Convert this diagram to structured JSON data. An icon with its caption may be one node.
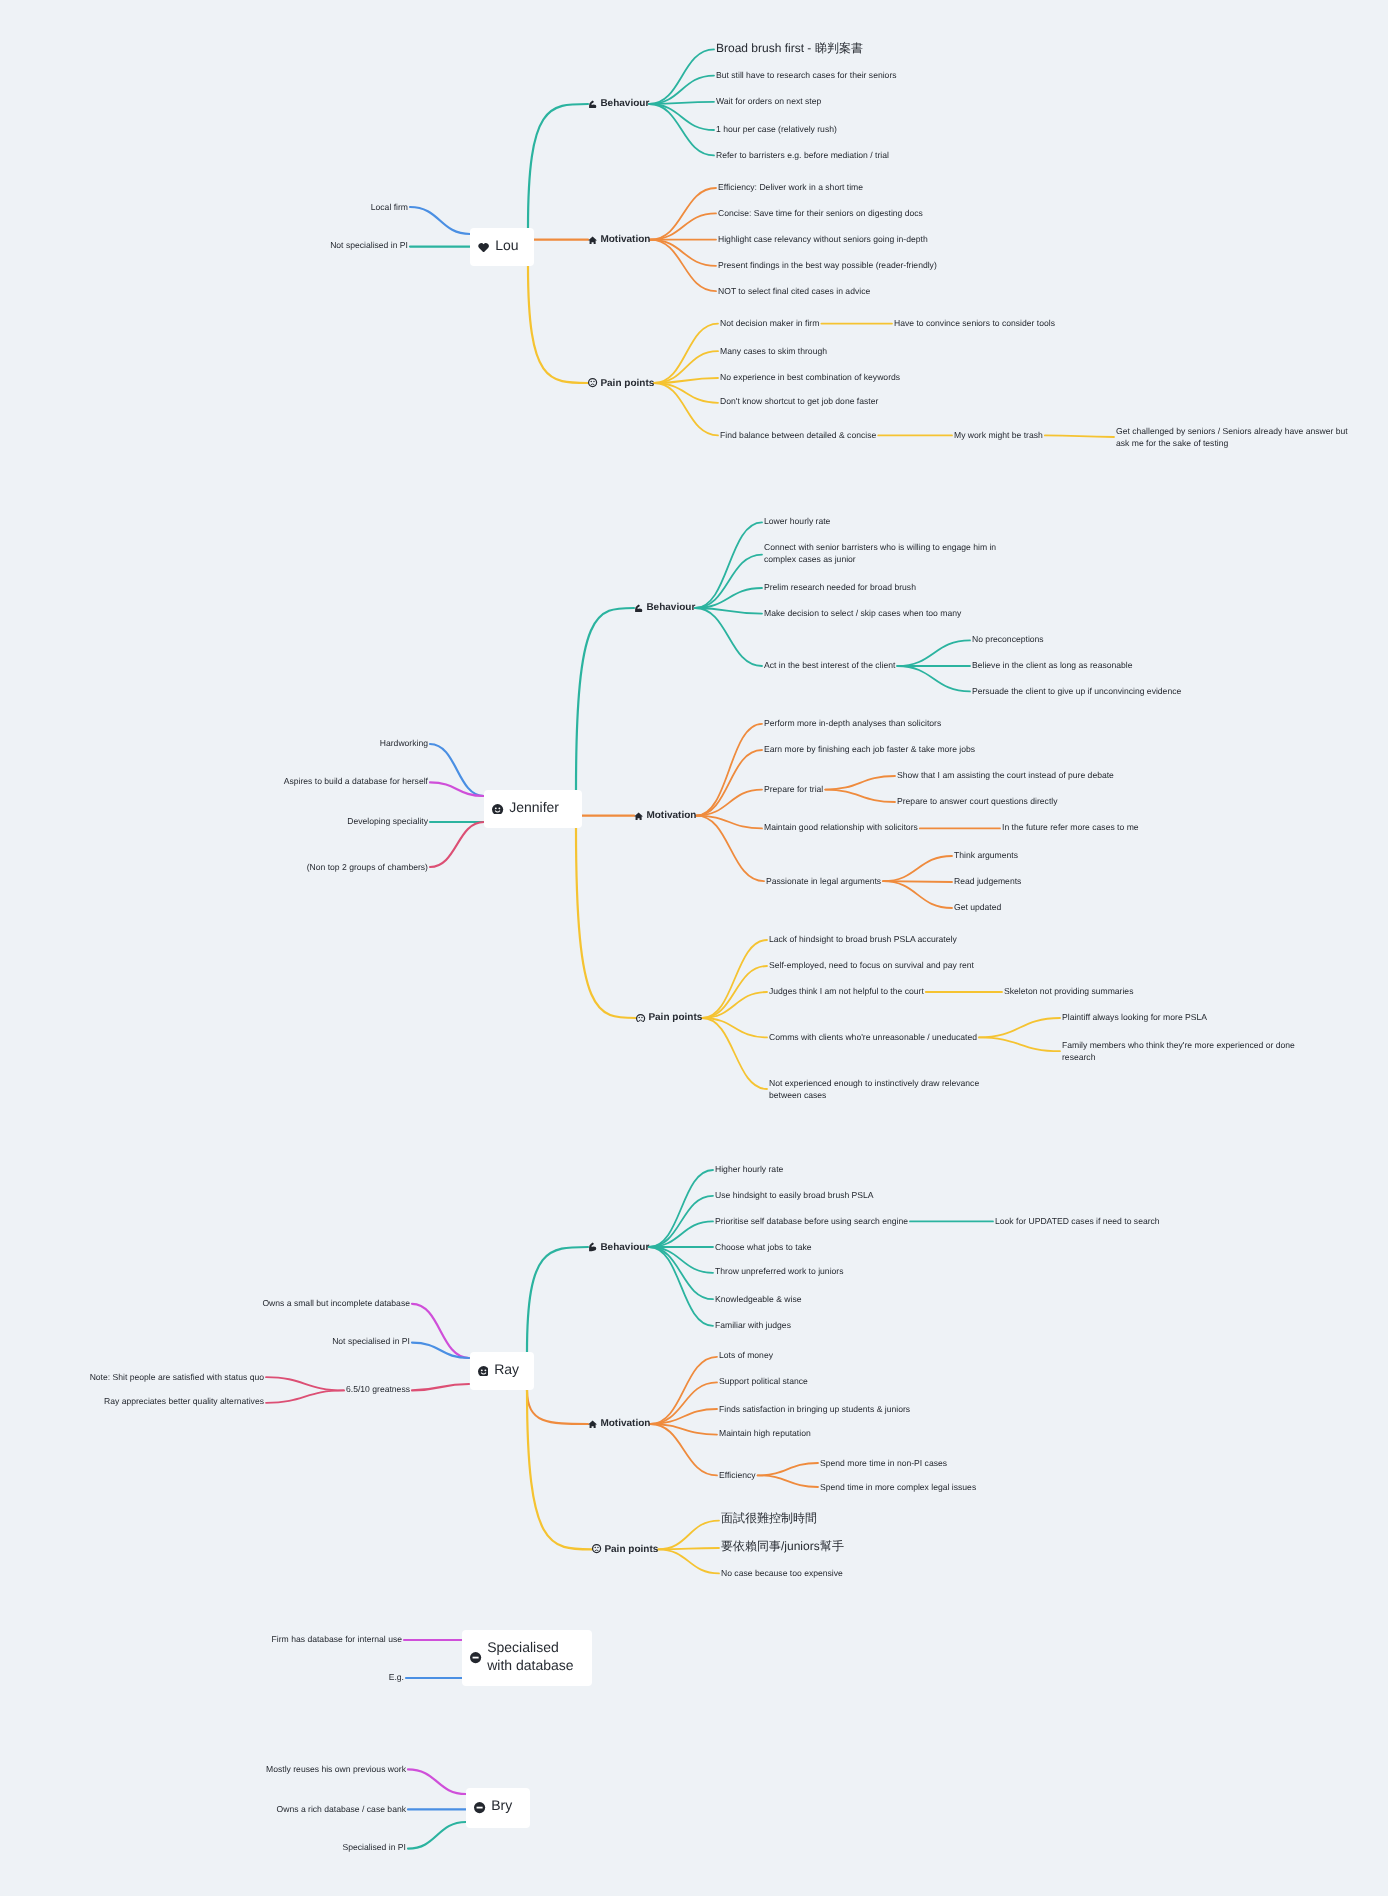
{
  "diagram": {
    "nodes": [
      {
        "text": [
          "Lou"
        ]
      },
      {
        "text": [
          "Local firm"
        ]
      },
      {
        "text": [
          "Not specialised in PI"
        ]
      },
      {
        "text": [
          "Behaviour"
        ]
      },
      {
        "text": [
          "Broad brush first - 睇判案書"
        ]
      },
      {
        "text": [
          "But still have to research cases for their seniors"
        ]
      },
      {
        "text": [
          "Wait for orders on next step"
        ]
      },
      {
        "text": [
          "1 hour per case (relatively rush)"
        ]
      },
      {
        "text": [
          "Refer to barristers e.g. before mediation / trial"
        ]
      },
      {
        "text": [
          "Motivation"
        ]
      },
      {
        "text": [
          "Efficiency: Deliver work in a short time"
        ]
      },
      {
        "text": [
          "Concise: Save time for their seniors on digesting docs"
        ]
      },
      {
        "text": [
          "Highlight case relevancy without seniors going in-depth"
        ]
      },
      {
        "text": [
          "Present findings in the best way possible (reader-friendly)"
        ]
      },
      {
        "text": [
          "NOT to select final cited cases in advice"
        ]
      },
      {
        "text": [
          "Pain points"
        ]
      },
      {
        "text": [
          "Not decision maker in firm"
        ]
      },
      {
        "text": [
          "Have to convince seniors to consider tools"
        ]
      },
      {
        "text": [
          "Many cases to skim through"
        ]
      },
      {
        "text": [
          "No experience in best combination of keywords"
        ]
      },
      {
        "text": [
          "Don't know shortcut to get job done faster"
        ]
      },
      {
        "text": [
          "Find balance between detailed & concise"
        ]
      },
      {
        "text": [
          "My work might be trash"
        ]
      },
      {
        "text": [
          "Get challenged by seniors / Seniors already have answer but ask me for the sake of testing"
        ]
      },
      {
        "text": [
          "Jennifer"
        ]
      },
      {
        "text": [
          "Hardworking"
        ]
      },
      {
        "text": [
          "Aspires to build a database for herself"
        ]
      },
      {
        "text": [
          "Developing speciality"
        ]
      },
      {
        "text": [
          "(Non top 2 groups of chambers)"
        ]
      },
      {
        "text": [
          "Behaviour"
        ]
      },
      {
        "text": [
          "Lower hourly rate"
        ]
      },
      {
        "text": [
          "Connect with senior barristers who is willing to engage him in complex cases as junior"
        ]
      },
      {
        "text": [
          "Prelim research needed for broad brush"
        ]
      },
      {
        "text": [
          "Make decision to select / skip cases when too many"
        ]
      },
      {
        "text": [
          "Act in the best interest of the client"
        ]
      },
      {
        "text": [
          "No preconceptions"
        ]
      },
      {
        "text": [
          "Believe in the client as long as reasonable"
        ]
      },
      {
        "text": [
          "Persuade the client to give up if unconvincing evidence"
        ]
      },
      {
        "text": [
          "Motivation"
        ]
      },
      {
        "text": [
          "Perform more in-depth analyses than solicitors"
        ]
      },
      {
        "text": [
          "Earn more by finishing each job faster & take more jobs"
        ]
      },
      {
        "text": [
          "Prepare for trial"
        ]
      },
      {
        "text": [
          "Show that I am assisting the court instead of pure debate"
        ]
      },
      {
        "text": [
          "Prepare to answer court questions directly"
        ]
      },
      {
        "text": [
          "Maintain good relationship with solicitors"
        ]
      },
      {
        "text": [
          "In the future refer more cases to me"
        ]
      },
      {
        "text": [
          "Passionate in legal arguments"
        ]
      },
      {
        "text": [
          "Think arguments"
        ]
      },
      {
        "text": [
          "Read judgements"
        ]
      },
      {
        "text": [
          "Get updated"
        ]
      },
      {
        "text": [
          "Pain points"
        ]
      },
      {
        "text": [
          "Lack of hindsight to broad brush PSLA accurately"
        ]
      },
      {
        "text": [
          "Self-employed, need to focus on survival and pay rent"
        ]
      },
      {
        "text": [
          "Judges think I am not helpful to the court"
        ]
      },
      {
        "text": [
          "Skeleton not providing summaries"
        ]
      },
      {
        "text": [
          "Comms with clients who're unreasonable / uneducated"
        ]
      },
      {
        "text": [
          "Plaintiff always looking for more PSLA"
        ]
      },
      {
        "text": [
          "Family members who think they're more experienced or done research"
        ]
      },
      {
        "text": [
          "Not experienced enough to instinctively draw relevance between cases"
        ]
      },
      {
        "text": [
          "Ray"
        ]
      },
      {
        "text": [
          "Owns a small but incomplete database"
        ]
      },
      {
        "text": [
          "Not specialised in PI"
        ]
      },
      {
        "text": [
          "6.5/10 greatness"
        ]
      },
      {
        "text": [
          "Note: Shit people are satisfied with status quo"
        ]
      },
      {
        "text": [
          "Ray appreciates better quality alternatives"
        ]
      },
      {
        "text": [
          "Behaviour"
        ]
      },
      {
        "text": [
          "Higher hourly rate"
        ]
      },
      {
        "text": [
          "Use hindsight to easily broad brush PSLA"
        ]
      },
      {
        "text": [
          "Prioritise self database before using search engine"
        ]
      },
      {
        "text": [
          "Look for UPDATED cases if need to search"
        ]
      },
      {
        "text": [
          "Choose what jobs to take"
        ]
      },
      {
        "text": [
          "Throw unpreferred work to juniors"
        ]
      },
      {
        "text": [
          "Knowledgeable & wise"
        ]
      },
      {
        "text": [
          "Familiar with judges"
        ]
      },
      {
        "text": [
          "Motivation"
        ]
      },
      {
        "text": [
          "Lots of money"
        ]
      },
      {
        "text": [
          "Support political stance"
        ]
      },
      {
        "text": [
          "Finds satisfaction in bringing up students & juniors"
        ]
      },
      {
        "text": [
          "Maintain high reputation"
        ]
      },
      {
        "text": [
          "Efficiency"
        ]
      },
      {
        "text": [
          "Spend more time in non-PI cases"
        ]
      },
      {
        "text": [
          "Spend time in more complex legal issues"
        ]
      },
      {
        "text": [
          "Pain points"
        ]
      },
      {
        "text": [
          "面試很難控制時間"
        ]
      },
      {
        "text": [
          "要依賴同事/juniors幫手"
        ]
      },
      {
        "text": [
          "No case because too expensive"
        ]
      },
      {
        "text": [
          "Specialised with database"
        ]
      },
      {
        "text": [
          "Firm has database for internal use"
        ]
      },
      {
        "text": [
          "E.g."
        ]
      },
      {
        "text": [
          "Bry"
        ]
      },
      {
        "text": [
          "Mostly reuses his own previous work"
        ]
      },
      {
        "text": [
          "Owns a rich database / case bank"
        ]
      },
      {
        "text": [
          "Specialised in PI"
        ]
      }
    ],
    "edges": [
      {
        "from": 0,
        "to": 1,
        "arrow": "none",
        "color": "#4a8fe3"
      },
      {
        "from": 0,
        "to": 2,
        "arrow": "none",
        "color": "#2bb39f"
      },
      {
        "from": 0,
        "to": 3,
        "arrow": "none",
        "color": "#2bb39f"
      },
      {
        "from": 3,
        "to": 4,
        "arrow": "none",
        "color": "#2bb39f"
      },
      {
        "from": 3,
        "to": 5,
        "arrow": "none",
        "color": "#2bb39f"
      },
      {
        "from": 3,
        "to": 6,
        "arrow": "none",
        "color": "#2bb39f"
      },
      {
        "from": 3,
        "to": 7,
        "arrow": "none",
        "color": "#2bb39f"
      },
      {
        "from": 3,
        "to": 8,
        "arrow": "none",
        "color": "#2bb39f"
      },
      {
        "from": 0,
        "to": 9,
        "arrow": "none",
        "color": "#ef8b3d"
      },
      {
        "from": 9,
        "to": 10,
        "arrow": "none",
        "color": "#ef8b3d"
      },
      {
        "from": 9,
        "to": 11,
        "arrow": "none",
        "color": "#ef8b3d"
      },
      {
        "from": 9,
        "to": 12,
        "arrow": "none",
        "color": "#ef8b3d"
      },
      {
        "from": 9,
        "to": 13,
        "arrow": "none",
        "color": "#ef8b3d"
      },
      {
        "from": 9,
        "to": 14,
        "arrow": "none",
        "color": "#ef8b3d"
      },
      {
        "from": 0,
        "to": 15,
        "arrow": "none",
        "color": "#f5c331"
      },
      {
        "from": 15,
        "to": 16,
        "arrow": "none",
        "color": "#f5c331"
      },
      {
        "from": 16,
        "to": 17,
        "arrow": "none",
        "color": "#f5c331"
      },
      {
        "from": 15,
        "to": 18,
        "arrow": "none",
        "color": "#f5c331"
      },
      {
        "from": 15,
        "to": 19,
        "arrow": "none",
        "color": "#f5c331"
      },
      {
        "from": 15,
        "to": 20,
        "arrow": "none",
        "color": "#f5c331"
      },
      {
        "from": 15,
        "to": 21,
        "arrow": "none",
        "color": "#f5c331"
      },
      {
        "from": 21,
        "to": 22,
        "arrow": "none",
        "color": "#f5c331"
      },
      {
        "from": 22,
        "to": 23,
        "arrow": "none",
        "color": "#f5c331"
      },
      {
        "from": 24,
        "to": 25,
        "arrow": "none",
        "color": "#4a8fe3"
      },
      {
        "from": 24,
        "to": 26,
        "arrow": "none",
        "color": "#cf4fd9"
      },
      {
        "from": 24,
        "to": 27,
        "arrow": "none",
        "color": "#2bb39f"
      },
      {
        "from": 24,
        "to": 28,
        "arrow": "none",
        "color": "#dc4f74"
      },
      {
        "from": 24,
        "to": 29,
        "arrow": "none",
        "color": "#2bb39f"
      },
      {
        "from": 29,
        "to": 30,
        "arrow": "none",
        "color": "#2bb39f"
      },
      {
        "from": 29,
        "to": 31,
        "arrow": "none",
        "color": "#2bb39f"
      },
      {
        "from": 29,
        "to": 32,
        "arrow": "none",
        "color": "#2bb39f"
      },
      {
        "from": 29,
        "to": 33,
        "arrow": "none",
        "color": "#2bb39f"
      },
      {
        "from": 29,
        "to": 34,
        "arrow": "none",
        "color": "#2bb39f"
      },
      {
        "from": 34,
        "to": 35,
        "arrow": "none",
        "color": "#2bb39f"
      },
      {
        "from": 34,
        "to": 36,
        "arrow": "none",
        "color": "#2bb39f"
      },
      {
        "from": 34,
        "to": 37,
        "arrow": "none",
        "color": "#2bb39f"
      },
      {
        "from": 24,
        "to": 38,
        "arrow": "none",
        "color": "#ef8b3d"
      },
      {
        "from": 38,
        "to": 39,
        "arrow": "none",
        "color": "#ef8b3d"
      },
      {
        "from": 38,
        "to": 40,
        "arrow": "none",
        "color": "#ef8b3d"
      },
      {
        "from": 38,
        "to": 41,
        "arrow": "none",
        "color": "#ef8b3d"
      },
      {
        "from": 41,
        "to": 42,
        "arrow": "none",
        "color": "#ef8b3d"
      },
      {
        "from": 41,
        "to": 43,
        "arrow": "none",
        "color": "#ef8b3d"
      },
      {
        "from": 38,
        "to": 44,
        "arrow": "none",
        "color": "#ef8b3d"
      },
      {
        "from": 44,
        "to": 45,
        "arrow": "none",
        "color": "#ef8b3d"
      },
      {
        "from": 38,
        "to": 46,
        "arrow": "none",
        "color": "#ef8b3d"
      },
      {
        "from": 46,
        "to": 47,
        "arrow": "none",
        "color": "#ef8b3d"
      },
      {
        "from": 46,
        "to": 48,
        "arrow": "none",
        "color": "#ef8b3d"
      },
      {
        "from": 46,
        "to": 49,
        "arrow": "none",
        "color": "#ef8b3d"
      },
      {
        "from": 24,
        "to": 50,
        "arrow": "none",
        "color": "#f5c331"
      },
      {
        "from": 50,
        "to": 51,
        "arrow": "none",
        "color": "#f5c331"
      },
      {
        "from": 50,
        "to": 52,
        "arrow": "none",
        "color": "#f5c331"
      },
      {
        "from": 50,
        "to": 53,
        "arrow": "none",
        "color": "#f5c331"
      },
      {
        "from": 53,
        "to": 54,
        "arrow": "none",
        "color": "#f5c331"
      },
      {
        "from": 50,
        "to": 55,
        "arrow": "none",
        "color": "#f5c331"
      },
      {
        "from": 55,
        "to": 56,
        "arrow": "none",
        "color": "#f5c331"
      },
      {
        "from": 55,
        "to": 57,
        "arrow": "none",
        "color": "#f5c331"
      },
      {
        "from": 50,
        "to": 58,
        "arrow": "none",
        "color": "#f5c331"
      },
      {
        "from": 59,
        "to": 60,
        "arrow": "none",
        "color": "#cf4fd9"
      },
      {
        "from": 59,
        "to": 61,
        "arrow": "none",
        "color": "#4a8fe3"
      },
      {
        "from": 59,
        "to": 62,
        "arrow": "none",
        "color": "#dc4f74"
      },
      {
        "from": 62,
        "to": 63,
        "arrow": "none",
        "color": "#dc4f74"
      },
      {
        "from": 62,
        "to": 64,
        "arrow": "none",
        "color": "#dc4f74"
      },
      {
        "from": 59,
        "to": 65,
        "arrow": "none",
        "color": "#2bb39f"
      },
      {
        "from": 65,
        "to": 66,
        "arrow": "none",
        "color": "#2bb39f"
      },
      {
        "from": 65,
        "to": 67,
        "arrow": "none",
        "color": "#2bb39f"
      },
      {
        "from": 65,
        "to": 68,
        "arrow": "none",
        "color": "#2bb39f"
      },
      {
        "from": 68,
        "to": 69,
        "arrow": "none",
        "color": "#2bb39f"
      },
      {
        "from": 65,
        "to": 70,
        "arrow": "none",
        "color": "#2bb39f"
      },
      {
        "from": 65,
        "to": 71,
        "arrow": "none",
        "color": "#2bb39f"
      },
      {
        "from": 65,
        "to": 72,
        "arrow": "none",
        "color": "#2bb39f"
      },
      {
        "from": 65,
        "to": 73,
        "arrow": "none",
        "color": "#2bb39f"
      },
      {
        "from": 59,
        "to": 74,
        "arrow": "none",
        "color": "#ef8b3d"
      },
      {
        "from": 74,
        "to": 75,
        "arrow": "none",
        "color": "#ef8b3d"
      },
      {
        "from": 74,
        "to": 76,
        "arrow": "none",
        "color": "#ef8b3d"
      },
      {
        "from": 74,
        "to": 77,
        "arrow": "none",
        "color": "#ef8b3d"
      },
      {
        "from": 74,
        "to": 78,
        "arrow": "none",
        "color": "#ef8b3d"
      },
      {
        "from": 74,
        "to": 79,
        "arrow": "none",
        "color": "#ef8b3d"
      },
      {
        "from": 79,
        "to": 80,
        "arrow": "none",
        "color": "#ef8b3d"
      },
      {
        "from": 79,
        "to": 81,
        "arrow": "none",
        "color": "#ef8b3d"
      },
      {
        "from": 59,
        "to": 82,
        "arrow": "none",
        "color": "#f5c331"
      },
      {
        "from": 82,
        "to": 83,
        "arrow": "none",
        "color": "#f5c331"
      },
      {
        "from": 82,
        "to": 84,
        "arrow": "none",
        "color": "#f5c331"
      },
      {
        "from": 82,
        "to": 85,
        "arrow": "none",
        "color": "#f5c331"
      },
      {
        "from": 86,
        "to": 87,
        "arrow": "none",
        "color": "#cf4fd9"
      },
      {
        "from": 86,
        "to": 88,
        "arrow": "none",
        "color": "#4a8fe3"
      },
      {
        "from": 89,
        "to": 90,
        "arrow": "none",
        "color": "#cf4fd9"
      },
      {
        "from": 89,
        "to": 91,
        "arrow": "none",
        "color": "#4a8fe3"
      },
      {
        "from": 89,
        "to": 92,
        "arrow": "none",
        "color": "#2bb39f"
      }
    ]
  }
}
